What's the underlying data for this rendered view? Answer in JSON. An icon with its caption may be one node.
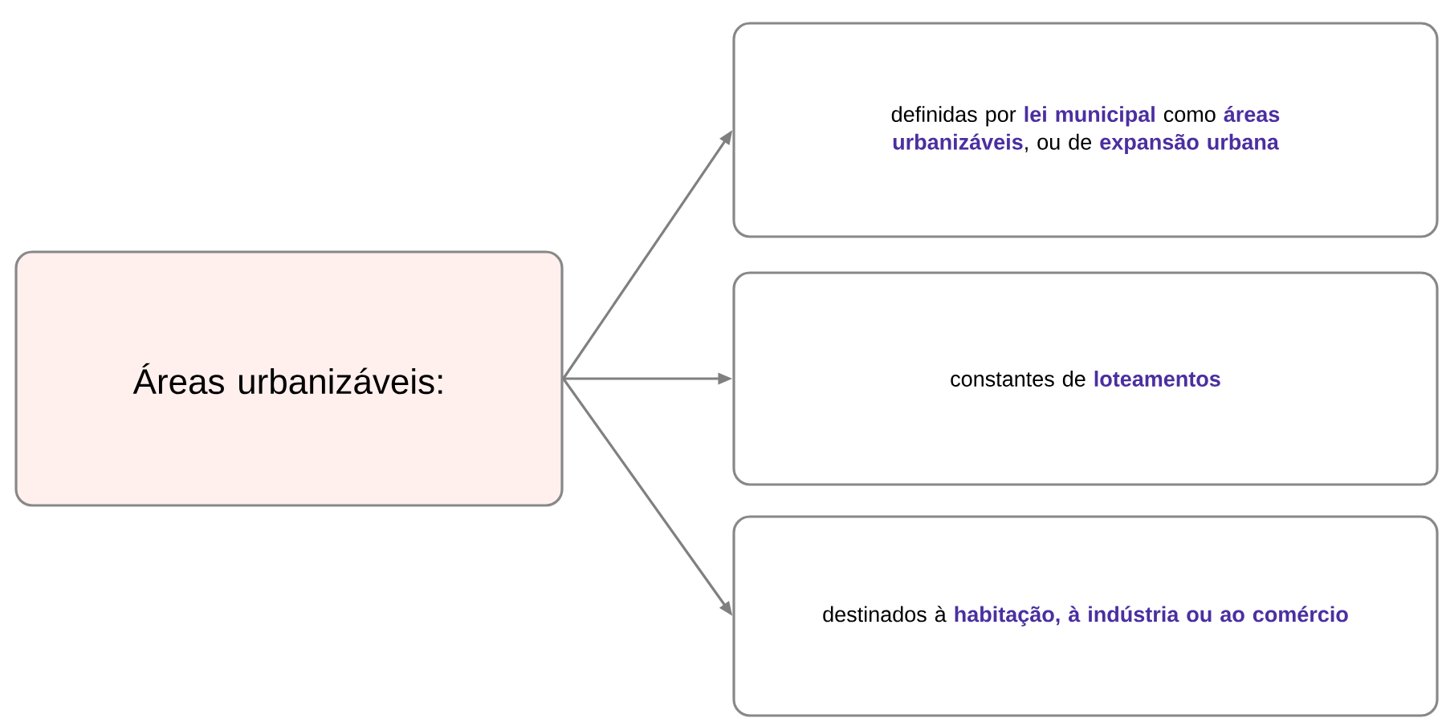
{
  "diagram": {
    "nodes": [
      {
        "text": [
          "Áreas urbanizáveis:"
        ]
      },
      {
        "text": [
          "definidas por **lei municipal** como **áreas urbanizáveis**, ou de **expansão urbana**"
        ]
      },
      {
        "text": [
          "constantes de **loteamentos**"
        ]
      },
      {
        "text": [
          "destinados à **habitação, à indústria ou ao comércio**"
        ]
      }
    ],
    "edges": [
      {
        "from": 0,
        "to": 1,
        "arrow": "to"
      },
      {
        "from": 0,
        "to": 2,
        "arrow": "to"
      },
      {
        "from": 0,
        "to": 3,
        "arrow": "to"
      }
    ]
  }
}
